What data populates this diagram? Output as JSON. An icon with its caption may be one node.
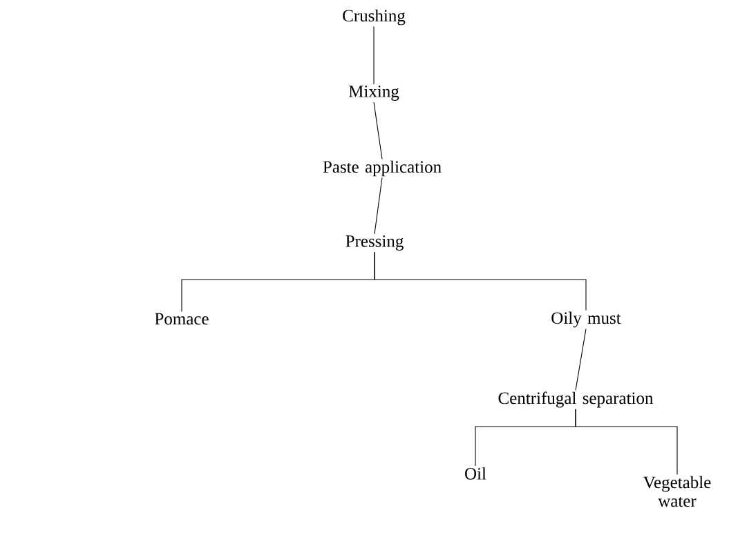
{
  "diagram": {
    "nodes": [
      {
        "text": [
          "Crushing"
        ]
      },
      {
        "text": [
          "Mixing"
        ]
      },
      {
        "text": [
          "Paste application"
        ]
      },
      {
        "text": [
          "Pressing"
        ]
      },
      {
        "text": [
          "Pomace"
        ]
      },
      {
        "text": [
          "Oily must"
        ]
      },
      {
        "text": [
          "Centrifugal separation"
        ]
      },
      {
        "text": [
          "Oil"
        ]
      },
      {
        "text": [
          "Vegetable water"
        ]
      }
    ],
    "edges": [
      {
        "from": 0,
        "to": 1,
        "arrow": "none"
      },
      {
        "from": 1,
        "to": 2,
        "arrow": "none"
      },
      {
        "from": 2,
        "to": 3,
        "arrow": "none"
      },
      {
        "from": 3,
        "to": 4,
        "arrow": "none"
      },
      {
        "from": 3,
        "to": 5,
        "arrow": "none"
      },
      {
        "from": 5,
        "to": 6,
        "arrow": "none"
      },
      {
        "from": 6,
        "to": 7,
        "arrow": "none"
      },
      {
        "from": 6,
        "to": 8,
        "arrow": "none"
      }
    ]
  }
}
